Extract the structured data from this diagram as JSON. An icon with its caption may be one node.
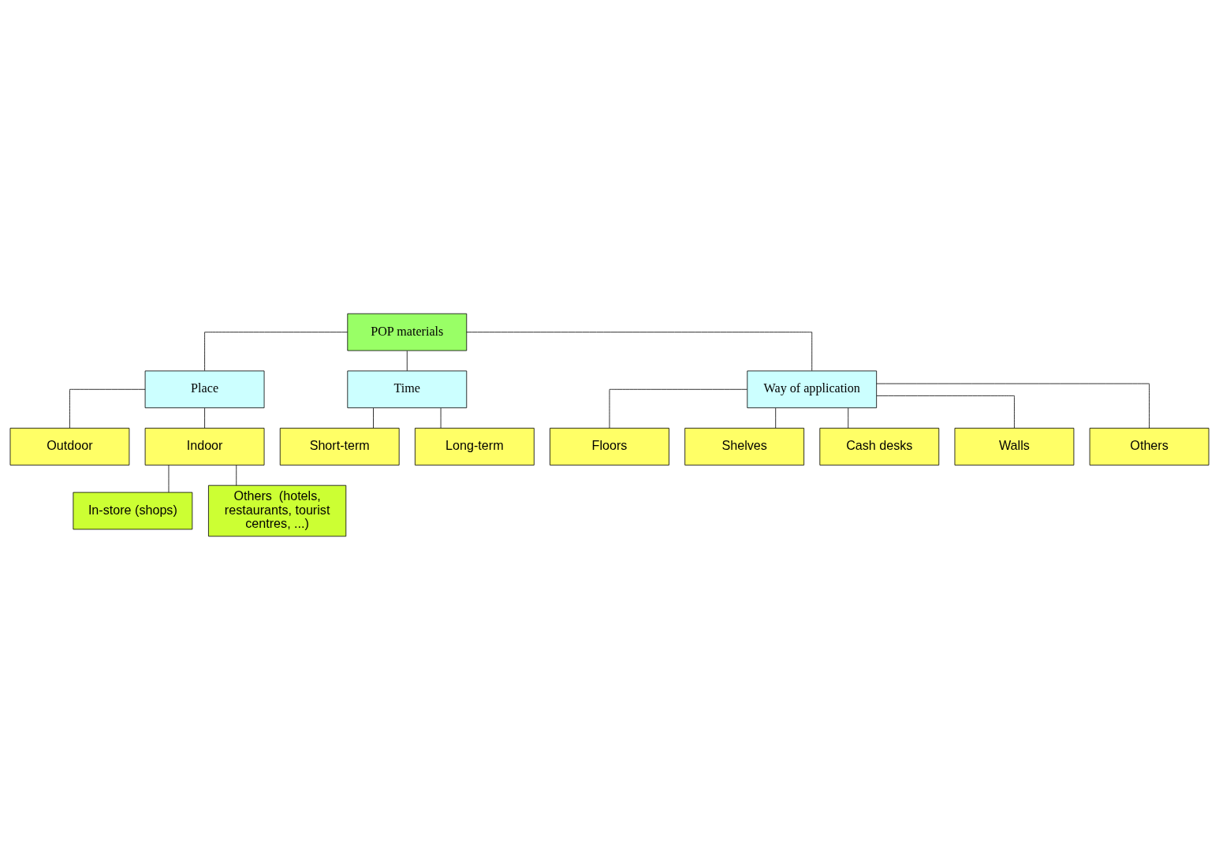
{
  "diagram": {
    "nodes": [
      {
        "text": [
          "POP materials"
        ]
      },
      {
        "text": [
          "Place"
        ]
      },
      {
        "text": [
          "Time"
        ]
      },
      {
        "text": [
          "Way of application"
        ]
      },
      {
        "text": [
          "Outdoor"
        ]
      },
      {
        "text": [
          "Indoor"
        ]
      },
      {
        "text": [
          "In-store (shops)"
        ]
      },
      {
        "text": [
          "Others  (hotels, restaurants, tourist centres, ...)"
        ]
      },
      {
        "text": [
          "Short-term"
        ]
      },
      {
        "text": [
          "Long-term"
        ]
      },
      {
        "text": [
          "Floors"
        ]
      },
      {
        "text": [
          "Shelves"
        ]
      },
      {
        "text": [
          "Cash desks"
        ]
      },
      {
        "text": [
          "Walls"
        ]
      },
      {
        "text": [
          "Others"
        ]
      }
    ],
    "edges": [
      {
        "from": 0,
        "to": 1,
        "arrow": "none"
      },
      {
        "from": 0,
        "to": 2,
        "arrow": "none"
      },
      {
        "from": 0,
        "to": 3,
        "arrow": "none"
      },
      {
        "from": 1,
        "to": 4,
        "arrow": "none"
      },
      {
        "from": 1,
        "to": 5,
        "arrow": "none"
      },
      {
        "from": 5,
        "to": 6,
        "arrow": "none"
      },
      {
        "from": 5,
        "to": 7,
        "arrow": "none"
      },
      {
        "from": 2,
        "to": 8,
        "arrow": "none"
      },
      {
        "from": 2,
        "to": 9,
        "arrow": "none"
      },
      {
        "from": 3,
        "to": 10,
        "arrow": "none"
      },
      {
        "from": 3,
        "to": 11,
        "arrow": "none"
      },
      {
        "from": 3,
        "to": 12,
        "arrow": "none"
      },
      {
        "from": 3,
        "to": 13,
        "arrow": "none"
      },
      {
        "from": 3,
        "to": 14,
        "arrow": "none"
      }
    ]
  }
}
